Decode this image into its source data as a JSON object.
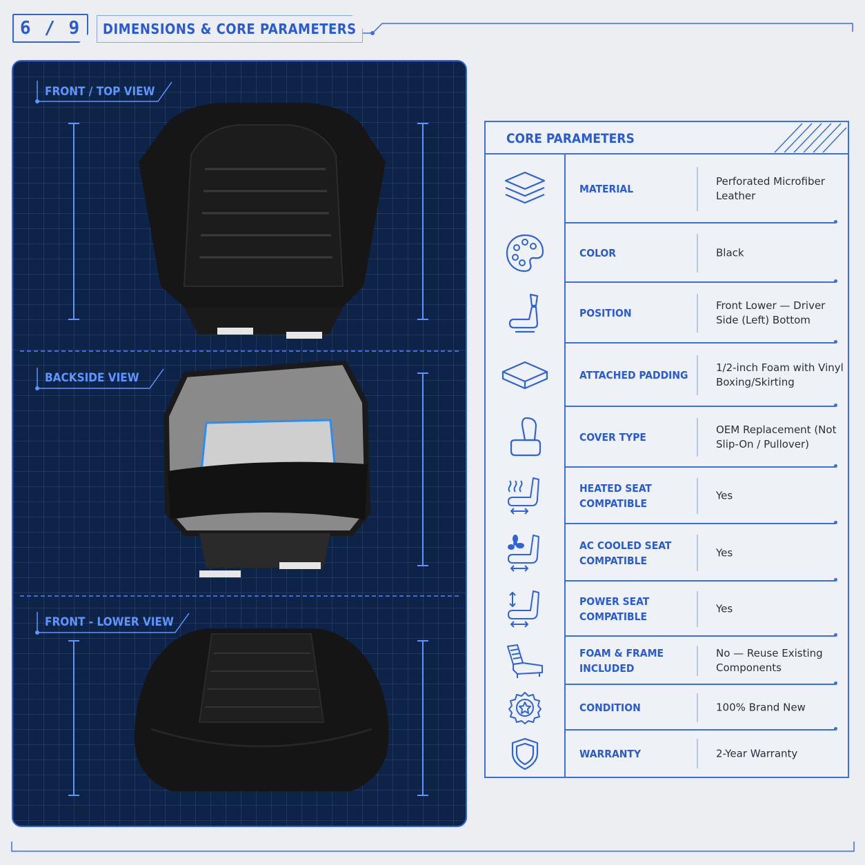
{
  "header": {
    "counter": "6 / 9",
    "title": "DIMENSIONS & CORE PARAMETERS"
  },
  "views": {
    "front_top": "FRONT / TOP VIEW",
    "backside": "BACKSIDE VIEW",
    "front_lower": "FRONT - LOWER VIEW"
  },
  "core": {
    "title": "CORE PARAMETERS",
    "rows": [
      {
        "icon": "layers-icon",
        "label": "MATERIAL",
        "value": "Perforated Microfiber Leather"
      },
      {
        "icon": "palette-icon",
        "label": "COLOR",
        "value": "Black"
      },
      {
        "icon": "seat-icon",
        "label": "POSITION",
        "value": "Front Lower — Driver Side (Left) Bottom"
      },
      {
        "icon": "foam-pad-icon",
        "label": "ATTACHED PADDING",
        "value": "1/2-inch Foam with Vinyl Boxing/Skirting"
      },
      {
        "icon": "seat-cover-icon",
        "label": "COVER TYPE",
        "value": "OEM Replacement (Not Slip-On / Pullover)"
      },
      {
        "icon": "heated-seat-icon",
        "label": "HEATED SEAT COMPATIBLE",
        "value": "Yes"
      },
      {
        "icon": "cooled-seat-icon",
        "label": "AC COOLED SEAT COMPATIBLE",
        "value": "Yes"
      },
      {
        "icon": "power-seat-icon",
        "label": "POWER SEAT COMPATIBLE",
        "value": "Yes"
      },
      {
        "icon": "seat-frame-icon",
        "label": "FOAM & FRAME INCLUDED",
        "value": "No — Reuse Existing Components"
      },
      {
        "icon": "badge-star-icon",
        "label": "CONDITION",
        "value": "100% Brand New"
      },
      {
        "icon": "shield-icon",
        "label": "WARRANTY",
        "value": "2-Year Warranty"
      }
    ]
  },
  "colors": {
    "accent": "#2f63d6",
    "panel_bg": "#0e2348",
    "page_bg": "#eceef2"
  }
}
